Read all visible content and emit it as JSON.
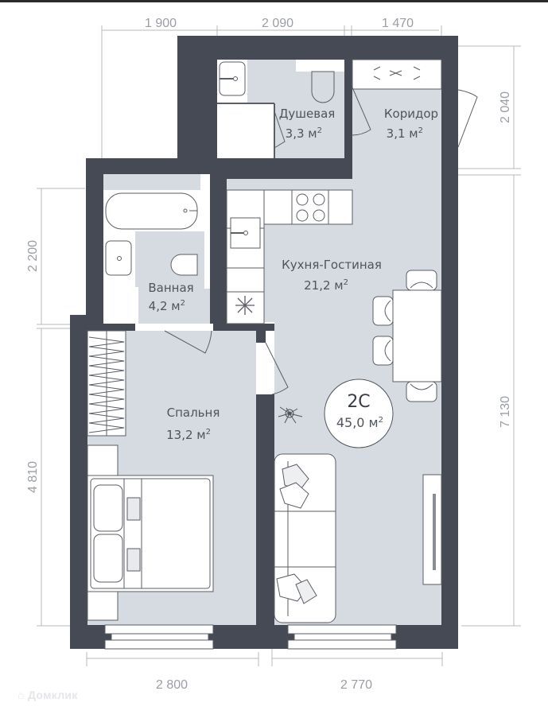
{
  "colors": {
    "wall": "#464a54",
    "floor": "#d5dbe0",
    "fixture": "#ffffff",
    "line": "#5a5e66",
    "dimension": "#9a9ea4",
    "text": "#50545c"
  },
  "dimensions": {
    "top": [
      "1 900",
      "2 090",
      "1 470"
    ],
    "bottom": [
      "2 800",
      "2 770"
    ],
    "left": [
      "2 200",
      "4 810"
    ],
    "right": [
      "2 040",
      "7 130"
    ]
  },
  "rooms": {
    "shower": {
      "name": "Душевая",
      "area": "3,3 м",
      "unit_sup": "2"
    },
    "corridor": {
      "name": "Коридор",
      "area": "3,1 м",
      "unit_sup": "2"
    },
    "bathroom": {
      "name": "Ванная",
      "area": "4,2 м",
      "unit_sup": "2"
    },
    "kitchen_living": {
      "name": "Кухня-Гостиная",
      "area": "21,2 м",
      "unit_sup": "2"
    },
    "bedroom": {
      "name": "Спальня",
      "area": "13,2 м",
      "unit_sup": "2"
    }
  },
  "apartment": {
    "type": "2С",
    "total_area": "45,0 м",
    "unit_sup": "2"
  },
  "icons": {
    "fridge": "snowflake-icon",
    "plant": "plant-icon"
  },
  "watermark": {
    "label": "Домклик"
  }
}
